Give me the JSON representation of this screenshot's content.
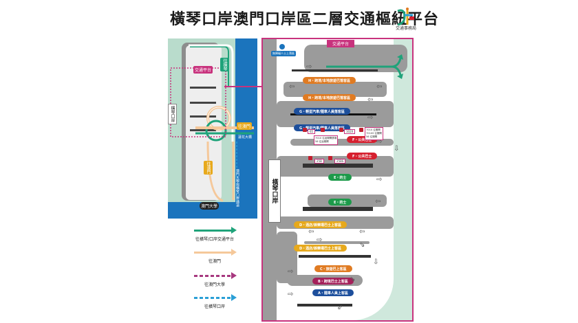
{
  "title": "橫琴口岸澳門口岸區二層交通樞紐平台",
  "logo": {
    "text": "交通事務局",
    "icon": "dsat-logo-icon"
  },
  "overview_map": {
    "platform_label": "交通平台",
    "green_route_tag": "往橫琴",
    "orange_route_tag_1": "往澳門",
    "orange_route_tag_2": "往澳門",
    "bridge_label": "蓮花大橋",
    "road_label": "澳門大學與橫琴口岸通道",
    "university_label": "澳門大學",
    "port_label": "橫琴口岸"
  },
  "legend": [
    {
      "label": "往橫琴/口岸交通平台",
      "color": "#1fa37a",
      "style": "solid"
    },
    {
      "label": "往澳門",
      "color": "#f5c89a",
      "style": "solid"
    },
    {
      "label": "往澳門大學",
      "color": "#a7387f",
      "style": "dashed"
    },
    {
      "label": "往橫琴口岸",
      "color": "#2a9fd6",
      "style": "dashed"
    }
  ],
  "detail_map": {
    "platform_tag": "交通平台",
    "accessible_label": "無障礙人士上落區",
    "port_label": "橫琴口岸",
    "zones": [
      {
        "label": "H・跨境/本地旅遊巴落客區",
        "color": "#e07b22"
      },
      {
        "label": "H・跨境/本地旅遊巴落客區",
        "color": "#e07b22"
      },
      {
        "label": "G・輕型汽車/隨車人員落客區",
        "color": "#1d4f9c"
      },
      {
        "label": "G・輕型汽車/隨車人員落客區",
        "color": "#1d4f9c"
      },
      {
        "label": "F・公共巴士",
        "color": "#d6202f"
      },
      {
        "label": "F・公共巴士",
        "color": "#d6202f"
      },
      {
        "label": "E・的士",
        "color": "#1c9a4a"
      },
      {
        "label": "E・的士",
        "color": "#1c9a4a"
      },
      {
        "label": "D・酒店/娛樂場巴士上客區",
        "color": "#e7a91c"
      },
      {
        "label": "D・酒店/娛樂場巴士上客區",
        "color": "#e7a91c"
      },
      {
        "label": "C・旅遊巴上客區",
        "color": "#e07b22"
      },
      {
        "label": "B・跨境巴士上客區",
        "color": "#a4205a"
      },
      {
        "label": "A・隨車人員上客區",
        "color": "#1d4f9c"
      }
    ],
    "bus_stops": [
      "65",
      "102X",
      "25B",
      "25BS"
    ],
    "info_box_1": [
      "701X 往返關閘廣場",
      "56 往返關閘"
    ],
    "info_box_2": [
      "701X 往關閘",
      "701XS 往關閘",
      "56 往關閘"
    ]
  }
}
